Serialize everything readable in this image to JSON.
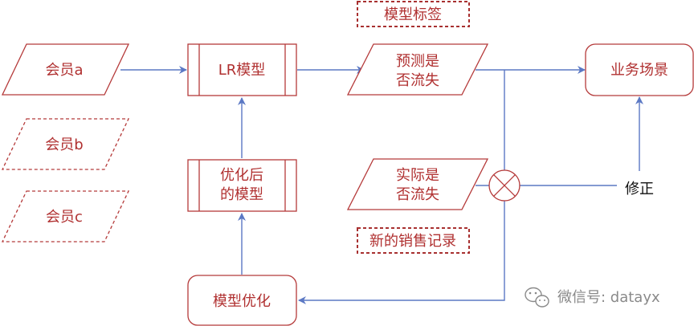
{
  "nodes": {
    "member_a": "会员a",
    "member_b": "会员b",
    "member_c": "会员c",
    "lr_model": "LR模型",
    "optimized_model_line1": "优化后",
    "optimized_model_line2": "的模型",
    "model_optimization": "模型优化",
    "predict_line1": "预测是",
    "predict_line2": "否流失",
    "actual_line1": "实际是",
    "actual_line2": "否流失",
    "business_scene": "业务场景",
    "model_label_tag": "模型标签",
    "new_sales_record_tag": "新的销售记录",
    "correction": "修正"
  },
  "watermark": {
    "text": "微信号: datayx",
    "icon": "wechat-icon"
  },
  "colors": {
    "box_stroke": "#b53a3a",
    "text": "#b03030",
    "arrow": "#5b78c4"
  }
}
